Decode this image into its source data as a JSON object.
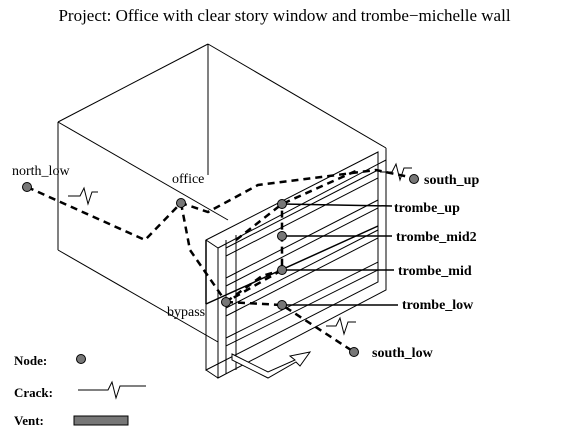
{
  "title": "Project: Office with clear story window and trombe−michelle wall",
  "nodes": {
    "north_low": "north_low",
    "office": "office",
    "south_up": "south_up",
    "trombe_up": "trombe_up",
    "trombe_mid2": "trombe_mid2",
    "trombe_mid": "trombe_mid",
    "trombe_low": "trombe_low",
    "bypass": "bypass",
    "south_low": "south_low"
  },
  "legend": {
    "node": "Node:",
    "crack": "Crack:",
    "vent": "Vent:"
  },
  "colors": {
    "node_fill": "#777777",
    "vent_fill": "#777777",
    "line": "#000000"
  }
}
